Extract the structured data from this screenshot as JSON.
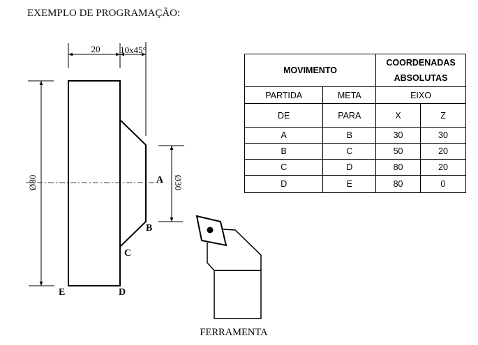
{
  "title": "EXEMPLO DE PROGRAMAÇÃO:",
  "drawing": {
    "dim_length": "20",
    "dim_chamfer": "10x45°",
    "dim_outer_diameter": "Ø80",
    "dim_inner_diameter": "Ø30",
    "points": [
      "A",
      "B",
      "C",
      "D",
      "E"
    ],
    "tool_label": "FERRAMENTA"
  },
  "table": {
    "header_movement": "MOVIMENTO",
    "header_coords": "COORDENADAS ABSOLUTAS",
    "partida": "PARTIDA",
    "meta": "META",
    "eixo": "EIXO",
    "de": "DE",
    "para": "PARA",
    "x": "X",
    "z": "Z",
    "rows": [
      [
        "A",
        "B",
        "30",
        "30"
      ],
      [
        "B",
        "C",
        "50",
        "20"
      ],
      [
        "C",
        "D",
        "80",
        "20"
      ],
      [
        "D",
        "E",
        "80",
        "0"
      ]
    ]
  }
}
